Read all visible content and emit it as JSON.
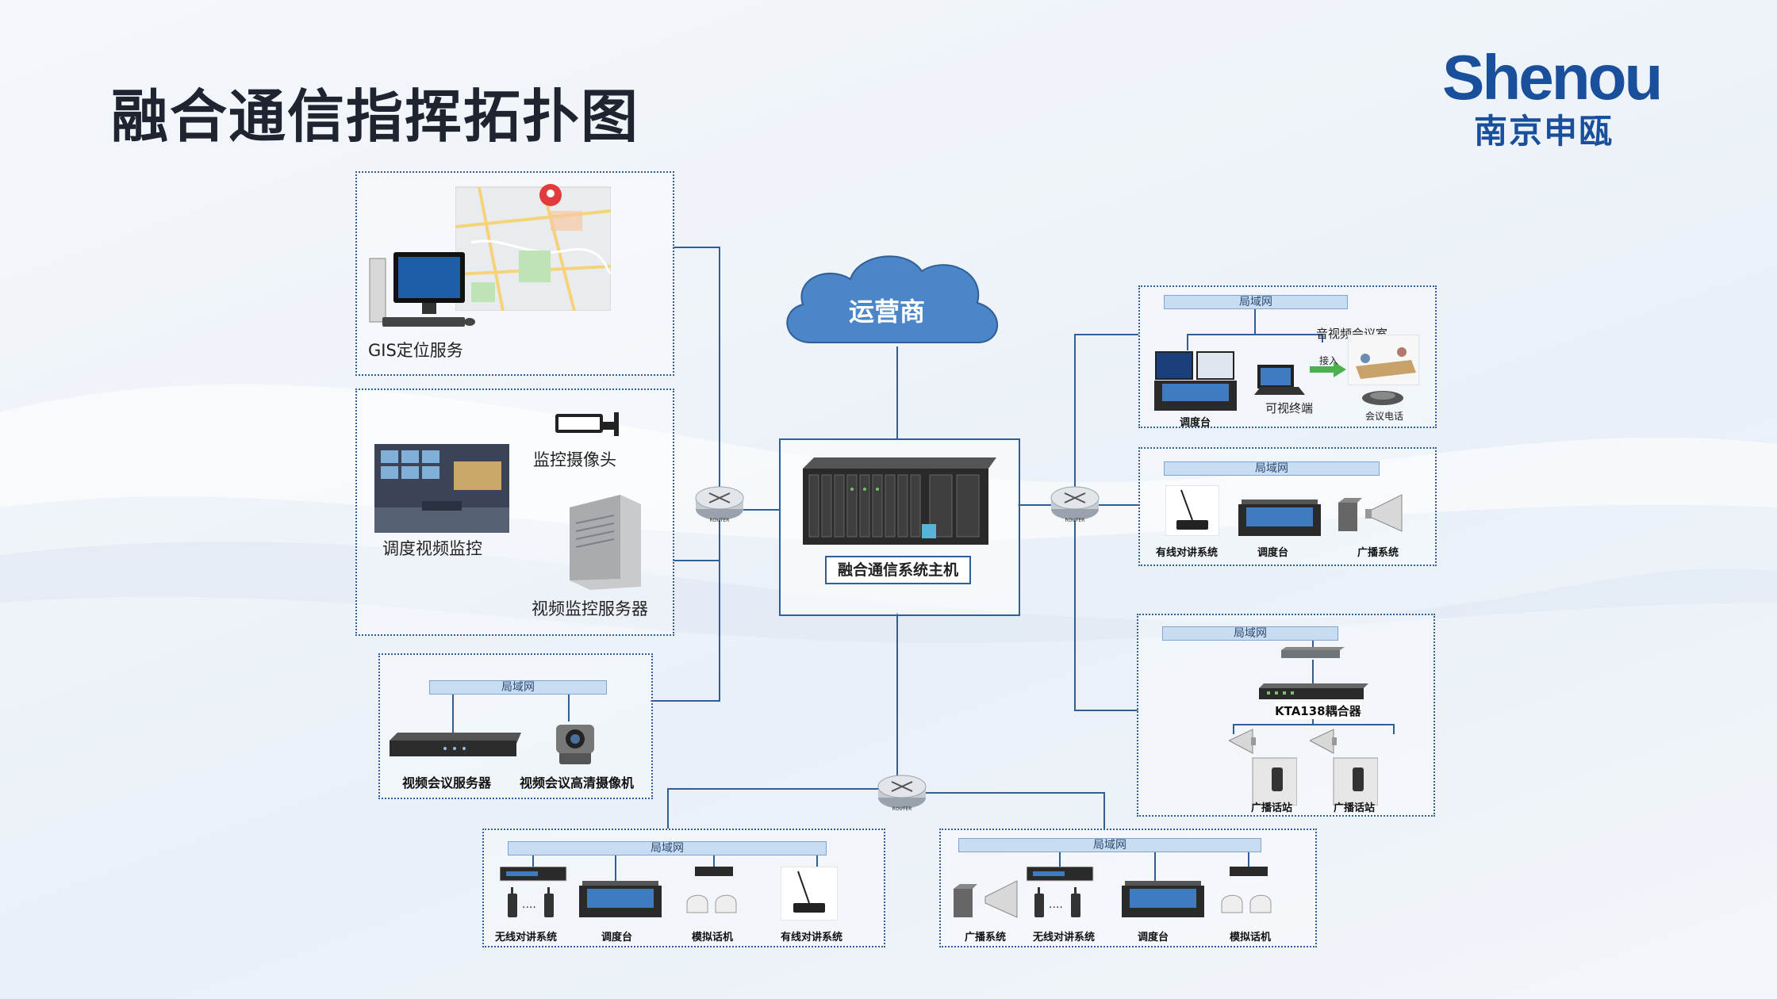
{
  "page": {
    "title": "融合通信指挥拓扑图"
  },
  "logo": {
    "en": "Shenou",
    "cn": "南京申瓯"
  },
  "center": {
    "cloud_label": "运营商",
    "host_label": "融合通信系统主机"
  },
  "left_panels": {
    "gis": {
      "label": "GIS定位服务"
    },
    "video": {
      "camera": "监控摄像头",
      "wall": "调度视频监控",
      "server": "视频监控服务器"
    },
    "conference": {
      "lan": "局域网",
      "server": "视频会议服务器",
      "camera": "视频会议高清摄像机"
    }
  },
  "right_panels": {
    "av": {
      "lan": "局域网",
      "terminal": "可视终端",
      "room": "音视频会议室",
      "access": "接入",
      "phone": "会议电话",
      "console": "调度台"
    },
    "wired": {
      "lan": "局域网",
      "intercom": "有线对讲系统",
      "console": "调度台",
      "broadcast": "广播系统"
    },
    "kta": {
      "lan": "局域网",
      "coupler": "KTA138耦合器",
      "station1": "广播话站",
      "station2": "广播话站"
    }
  },
  "bottom_panels": {
    "left": {
      "lan": "局域网",
      "radio": "无线对讲系统",
      "console": "调度台",
      "phone": "模拟话机",
      "intercom": "有线对讲系统"
    },
    "right": {
      "lan": "局域网",
      "broadcast": "广播系统",
      "radio": "无线对讲系统",
      "console": "调度台",
      "phone": "模拟话机"
    }
  },
  "router": {
    "label": "ROUTER"
  },
  "colors": {
    "accent": "#1a4f9c",
    "line": "#2f5f96",
    "cloud": "#4a86c8",
    "lan_bar": "#c8dcf2"
  }
}
